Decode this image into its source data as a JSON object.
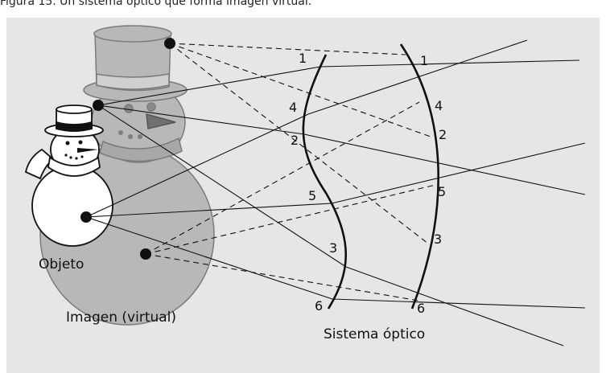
{
  "caption": "Figura 15. Un sistema óptico que forma imagen virtual.",
  "labels": {
    "objeto": "Objeto",
    "imagen": "Imagen (virtual)",
    "sistema": "Sistema óptico"
  },
  "ray_numbers_surface1": [
    "1",
    "4",
    "2",
    "5",
    "3",
    "6"
  ],
  "ray_numbers_surface2": [
    "1",
    "4",
    "2",
    "5",
    "3",
    "6"
  ],
  "colors": {
    "panel_background": "#e6e6e6",
    "virtual_image_fill": "#b4b4b4",
    "object_fill": "#ffffff",
    "ink": "#111111"
  }
}
